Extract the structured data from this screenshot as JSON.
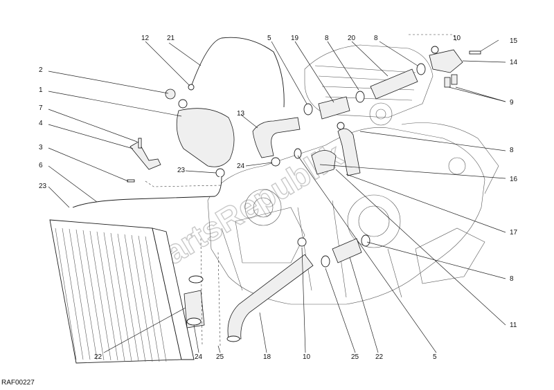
{
  "diagram": {
    "code": "RAF00227",
    "watermark": "PartsRepublik",
    "callouts": [
      "12",
      "21",
      "2",
      "1",
      "7",
      "4",
      "3",
      "6",
      "23",
      "23",
      "24",
      "13",
      "5",
      "19",
      "8",
      "20",
      "8",
      "10",
      "15",
      "14",
      "9",
      "8",
      "16",
      "17",
      "8",
      "11",
      "5",
      "22",
      "25",
      "10",
      "18",
      "25",
      "24",
      "22"
    ]
  }
}
